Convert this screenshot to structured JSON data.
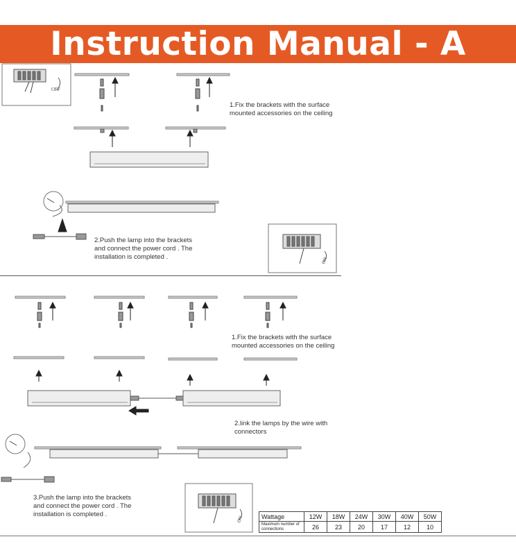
{
  "header": {
    "title": "Instruction Manual - A"
  },
  "section_a": {
    "step1": [
      "1.Fix the brackets with the surface",
      "mounted accessories on the ceiling"
    ],
    "step2": [
      "2.Push the lamp into the brackets",
      "and connect the power cord . The",
      "installation is completed ."
    ],
    "switch_off_label": "OFF",
    "switch_on_label": "ON"
  },
  "section_b": {
    "step1": [
      "1.Fix the brackets with the surface",
      "mounted accessories on the ceiling"
    ],
    "step2": [
      "2.link the lamps by the wire with",
      "connectors"
    ],
    "step3": [
      "3.Push the lamp into the brackets",
      "and connect the power cord . The",
      "installation is completed ."
    ],
    "switch_on_label": "ON"
  },
  "wattage_table": {
    "row1_label": "Wattage",
    "row2_label": "Maximum number of connections",
    "wattages": [
      "12W",
      "18W",
      "24W",
      "30W",
      "40W",
      "50W"
    ],
    "connections": [
      "26",
      "23",
      "20",
      "17",
      "12",
      "10"
    ]
  }
}
